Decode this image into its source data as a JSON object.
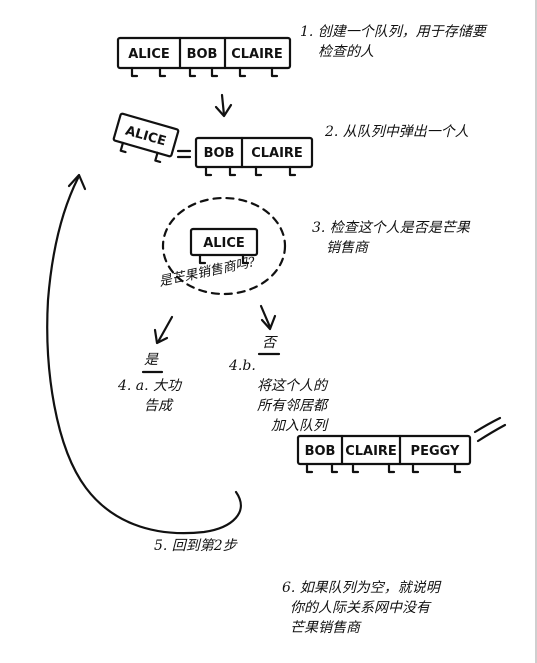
{
  "queues": {
    "initial": [
      "ALICE",
      "BOB",
      "CLAIRE"
    ],
    "popped": "ALICE",
    "remaining": [
      "BOB",
      "CLAIRE"
    ],
    "checking": "ALICE",
    "final": [
      "BOB",
      "CLAIRE",
      "PEGGY"
    ]
  },
  "labels": {
    "question": "是芒果销售商吗?",
    "yes": "是",
    "no": "否"
  },
  "steps": {
    "s1": {
      "line1": "1. 创建一个队列，用于存储要",
      "line2": "检查的人"
    },
    "s2": {
      "line1": "2. 从队列中弹出一个人"
    },
    "s3": {
      "line1": "3. 检查这个人是否是芒果",
      "line2": "销售商"
    },
    "s4a": {
      "line1": "4. a. 大功",
      "line2": "告成"
    },
    "s4b": {
      "line1": "4.b.",
      "line2": "将这个人的",
      "line3": "所有邻居都",
      "line4": "加入队列"
    },
    "s5": {
      "line1": "5. 回到第2步"
    },
    "s6": {
      "line1": "6. 如果队列为空，就说明",
      "line2": "你的人际关系网中没有",
      "line3": "芒果销售商"
    }
  }
}
